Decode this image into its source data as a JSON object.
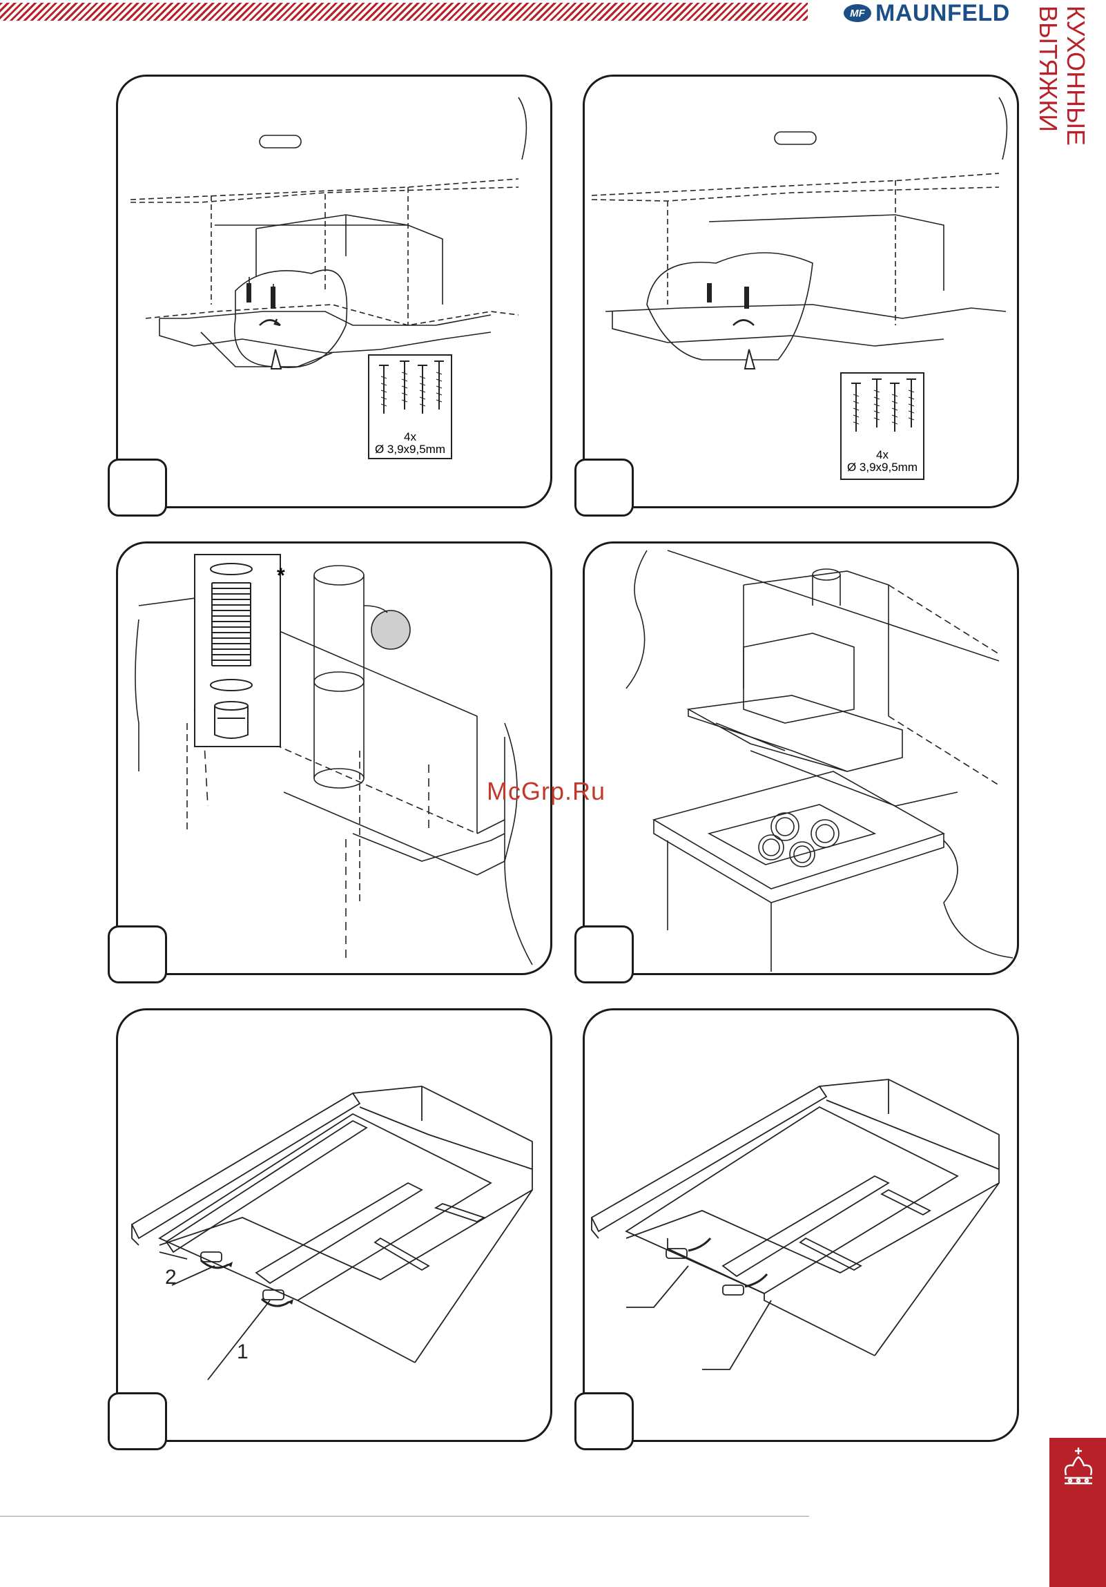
{
  "header": {
    "brand_name": "MAUNFELD",
    "logo_mark": "MF",
    "section_title": "КУХОННЫЕ ВЫТЯЖКИ"
  },
  "panels": [
    {
      "id": 1,
      "caption_qty": "4x",
      "caption_size": "Ø 3,9x9,5mm"
    },
    {
      "id": 2,
      "caption_qty": "4x",
      "caption_size": "Ø 3,9x9,5mm"
    },
    {
      "id": 3,
      "asterisk": "*"
    },
    {
      "id": 4
    },
    {
      "id": 5,
      "callouts": [
        "2",
        "1"
      ]
    },
    {
      "id": 6
    }
  ],
  "watermark": "McGrp.Ru",
  "colors": {
    "accent": "#b8202a",
    "brand": "#1b4f86",
    "line": "#1a1a1a"
  },
  "icons": [
    "crown-icon",
    "screw-icon",
    "screwdriver-hand-icon",
    "rotate-arrow-icon"
  ]
}
